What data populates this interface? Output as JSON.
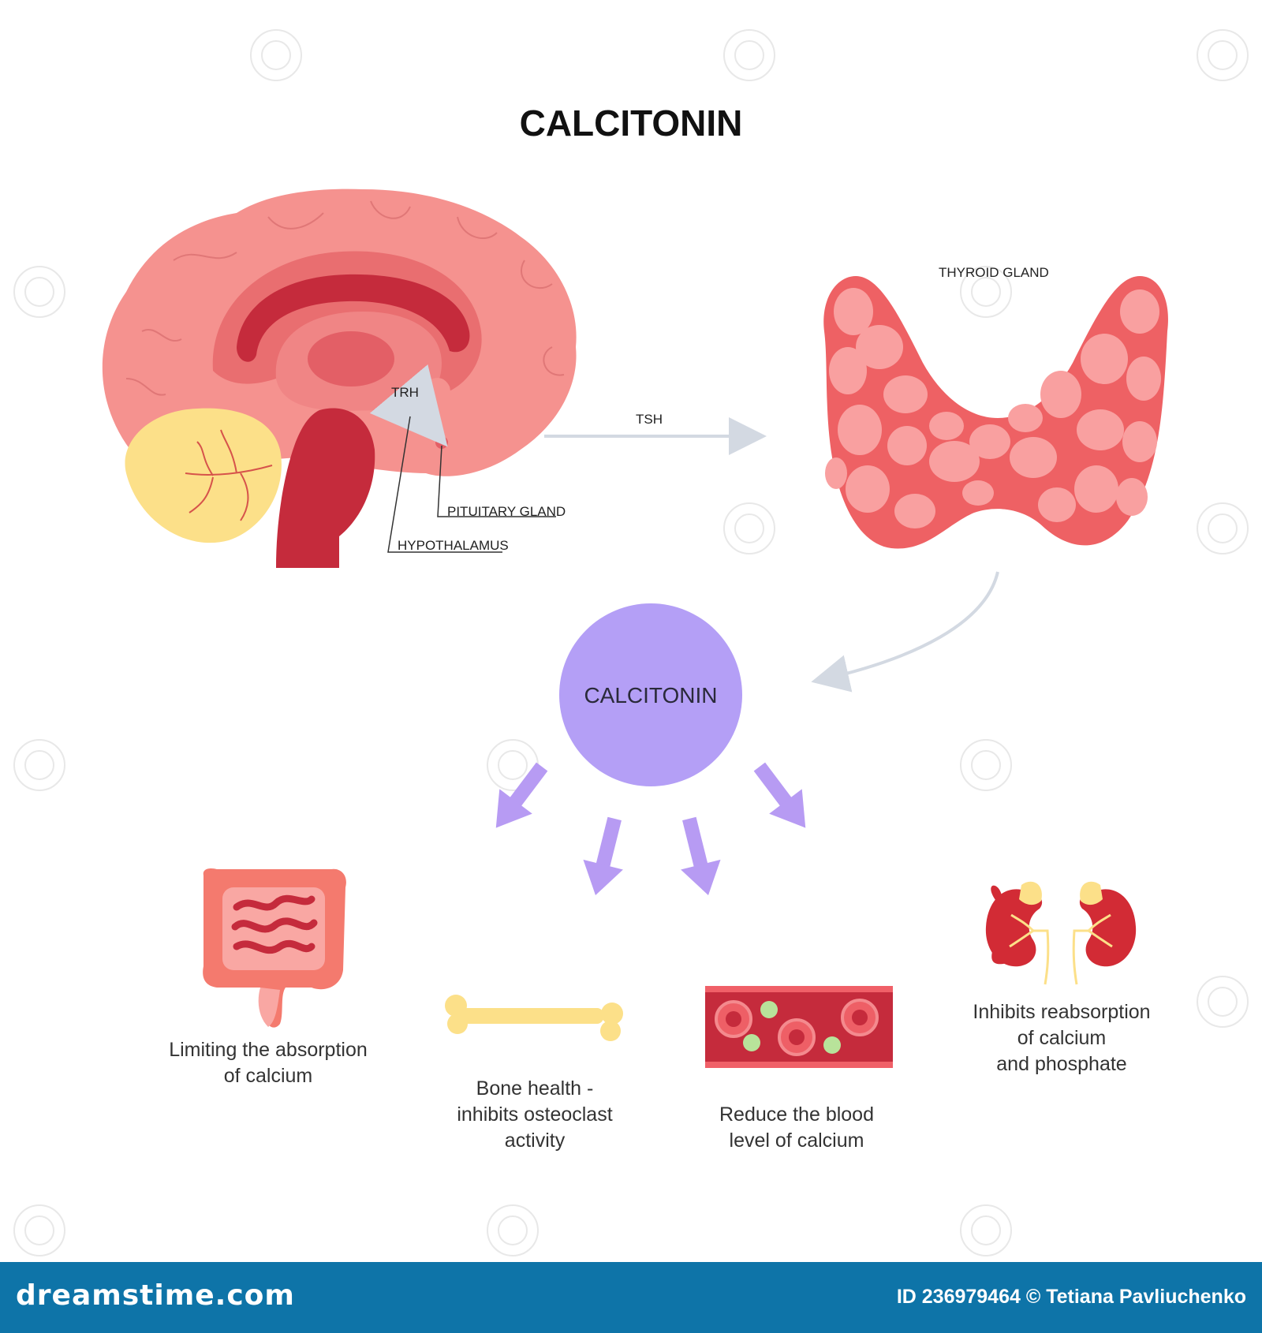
{
  "title": "CALCITONIN",
  "labels": {
    "trh": "TRH",
    "tsh": "TSH",
    "thyroid": "THYROID GLAND",
    "pituitary": "PITUITARY GLAND",
    "hypothalamus": "HYPOTHALAMUS",
    "center": "CALCITONIN"
  },
  "effects": {
    "intestine": [
      "Limiting   the absorption",
      "of calcium"
    ],
    "bone": [
      "Bone health -",
      "inhibits osteoclast",
      "activity"
    ],
    "blood": [
      "Reduce the blood",
      "level of calcium"
    ],
    "kidney": [
      "Inhibits reabsorption",
      "of calcium",
      "and phosphate"
    ]
  },
  "footer": {
    "brand": "dreamstime.com",
    "credit": "ID 236979464 © Tetiana Pavliuchenko"
  },
  "colors": {
    "brain": "#f5928f",
    "brain_dark": "#c52b3c",
    "cerebellum": "#fce089",
    "thyroid": "#ee6164",
    "thyroid_follicle": "#f9a0a0",
    "calcitonin": "#b49ff6",
    "arrow": "#b79bf3",
    "gray_arrow": "#d3d9e2",
    "footer": "#0e74a8"
  }
}
